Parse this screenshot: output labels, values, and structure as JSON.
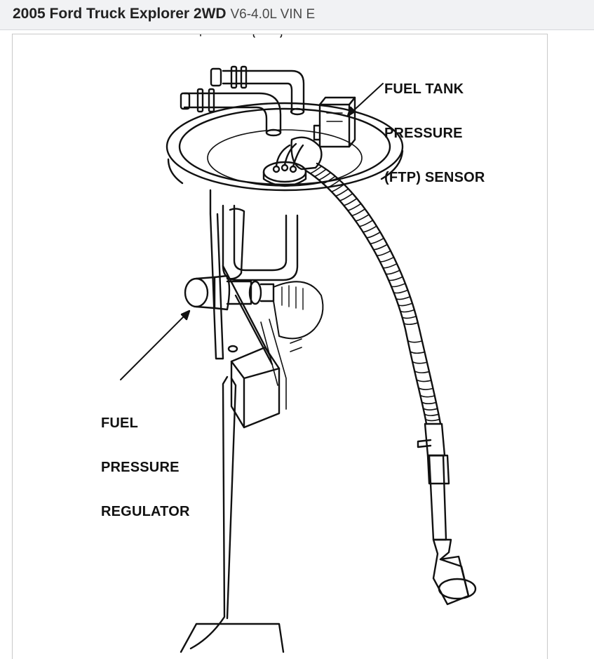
{
  "header": {
    "title_main": "2005 Ford Truck Explorer 2WD",
    "title_sub": "V6-4.0L VIN E"
  },
  "diagram": {
    "labels": {
      "ftp_sensor": [
        "FUEL TANK",
        "PRESSURE",
        "(FTP) SENSOR"
      ],
      "pressure_regulator": [
        "FUEL",
        "PRESSURE",
        "REGULATOR"
      ]
    }
  }
}
